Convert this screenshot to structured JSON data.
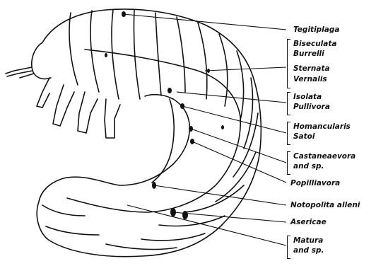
{
  "labels": {
    "tegitiplaga": "Tegitiplaga",
    "biseculata": "Biseculata",
    "burrelli": "Burrelli",
    "sternata": "Sternata",
    "vernalis": "Vernalis",
    "isolata": "Isolata",
    "pullivora": "Pullivora",
    "homancularis": "Homancularis",
    "satoi": "Satoi",
    "castaneaevora": "Castaneaevora",
    "and_sp_1": "and sp.",
    "popilliavora": "Popilliavora",
    "notopolita": "Notopolita alleni",
    "asericae": "Asericae",
    "matura": "Matura",
    "and_sp_2": "and sp."
  },
  "colors": {
    "ink": "#111111",
    "paper": "#ffffff"
  }
}
